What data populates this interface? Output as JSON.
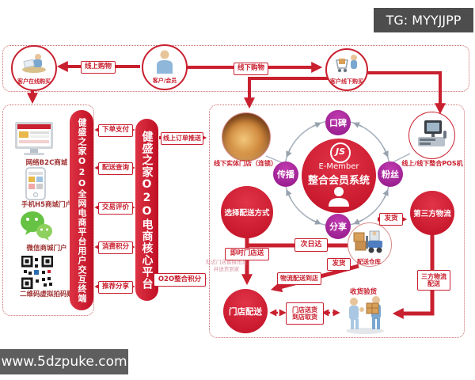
{
  "watermark": {
    "tg_label": "TG: MYYJJPP",
    "site": "www.5dzpuke.com"
  },
  "colors": {
    "accent_red": "#c9202f",
    "accent_purple": "#a21c98",
    "box_dot_border": "#c96a6a",
    "watermark_bg": "#505050"
  },
  "top_flow": {
    "customer_online": "客户在线购买",
    "customer_member": "客户/会员",
    "customer_offline": "客户线下购买",
    "online_shopping": "线上购物",
    "offline_shopping": "线下购物"
  },
  "terminals": {
    "b2c": "网络B2C商城",
    "h5": "手机H5商城门户",
    "wechat": "微信商城门户",
    "qr": "二维码虚拟拍码购"
  },
  "pills": {
    "interaction": "健盛之家O2O全网电商平台用户交互终端",
    "core": "健盛之家O2O电商核心平台"
  },
  "exchange_arrows": [
    {
      "label": "下单支付"
    },
    {
      "label": "配送查询"
    },
    {
      "label": "交易评价"
    },
    {
      "label": "消费积分"
    },
    {
      "label": "推荐分享"
    }
  ],
  "cross_arrows": {
    "order_push": "线上订单推送",
    "o2o_points": "O2O整合积分"
  },
  "member_system": {
    "logo": "JS",
    "name": "E-Member",
    "title": "整合会员系统",
    "satellites": [
      "口碑",
      "粉丝",
      "分享",
      "传播"
    ]
  },
  "right_flow": {
    "offline_store": "线下实体门店（连锁）",
    "pos": "线上/线下整合POS机",
    "choose_delivery": "选择配送方式",
    "third_party": "第三方物流",
    "next_day": "次日达",
    "instant_store": "即时门店送",
    "note_line1": "就近门店直接出货",
    "note_line2": "并送货到家",
    "ship_a": "发货",
    "ship_b": "发货",
    "logistics_to_store": "物流配送到店",
    "warehouse": "配送仓库",
    "store_delivery": "门店配送",
    "store_option_line1": "门店送货",
    "store_option_line2": "到店取货",
    "third_logistics_line1": "三方物流",
    "third_logistics_line2": "配送",
    "receive_check": "收货验货"
  },
  "icons": {
    "person_at_laptop": "person-at-laptop-icon",
    "member_person": "member-person-icon",
    "cart_person": "cart-person-icon",
    "monitor": "monitor-icon",
    "smartphone": "smartphone-icon",
    "wechat": "wechat-icon",
    "qr_code": "qr-code-icon",
    "store_photo": "store-photo",
    "pos_machine": "pos-machine-icon",
    "js_logo": "js-logo",
    "member_silhouette": "member-silhouette-icon",
    "forklift": "forklift-warehouse-icon",
    "receiving_people": "receiving-people-icon"
  }
}
